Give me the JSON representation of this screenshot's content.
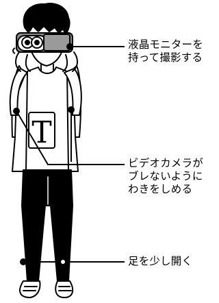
{
  "callouts": {
    "monitor": {
      "lines": [
        "液晶モニターを",
        "持って撮影する"
      ]
    },
    "elbows": {
      "lines": [
        "ビデオカメラが",
        "ブレないように",
        "わきをしめる"
      ]
    },
    "feet": {
      "lines": [
        "足を少し開く"
      ]
    }
  },
  "shirt": {
    "letter": "T"
  },
  "colors": {
    "ink": "#000000",
    "paper": "#ffffff",
    "pants": "#000000",
    "camera": "#8a8a8a"
  }
}
